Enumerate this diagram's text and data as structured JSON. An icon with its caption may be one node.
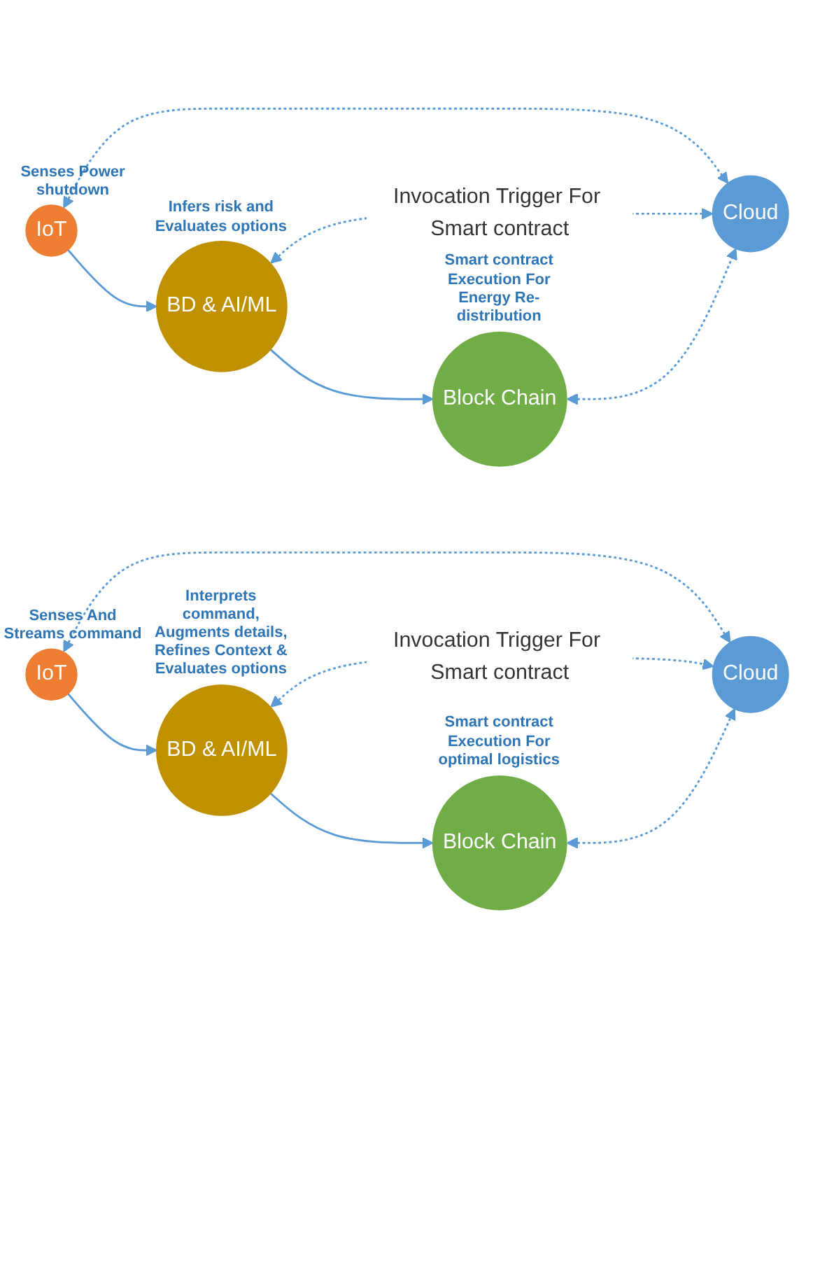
{
  "diagram": {
    "nodes": [
      {
        "text": [
          "IoT"
        ],
        "beside": [
          "Senses Power shutdown"
        ]
      },
      {
        "text": [
          "BD & AI/ML"
        ],
        "beside": [
          "Infers risk and Evaluates options"
        ]
      },
      {
        "text": [
          "Block Chain"
        ],
        "beside": [
          "Smart contract Execution For Energy Re-distribution"
        ]
      },
      {
        "text": [
          "Cloud"
        ]
      },
      {
        "text": [
          "IoT"
        ],
        "beside": [
          "Senses And Streams command"
        ]
      },
      {
        "text": [
          "BD & AI/ML"
        ],
        "beside": [
          "Interprets command, Augments details, Refines Context & Evaluates options"
        ]
      },
      {
        "text": [
          "Block Chain"
        ],
        "beside": [
          "Smart contract Execution For optimal logistics"
        ]
      },
      {
        "text": [
          "Cloud"
        ]
      }
    ],
    "edges": [
      {
        "from": 0,
        "to": 1,
        "arrow": "to"
      },
      {
        "from": 1,
        "to": 2,
        "arrow": "to"
      },
      {
        "from": 0,
        "to": 3,
        "arrow": "both",
        "style": "dashed"
      },
      {
        "from": 1,
        "to": 3,
        "arrow": "both",
        "style": "dashed",
        "label": "Invocation Trigger For Smart contract"
      },
      {
        "from": 2,
        "to": 3,
        "arrow": "both",
        "style": "dashed"
      },
      {
        "from": 4,
        "to": 5,
        "arrow": "to"
      },
      {
        "from": 5,
        "to": 6,
        "arrow": "to"
      },
      {
        "from": 4,
        "to": 7,
        "arrow": "both",
        "style": "dashed"
      },
      {
        "from": 5,
        "to": 7,
        "arrow": "both",
        "style": "dashed",
        "label": "Invocation Trigger For Smart contract"
      },
      {
        "from": 6,
        "to": 7,
        "arrow": "both",
        "style": "dashed"
      }
    ]
  }
}
